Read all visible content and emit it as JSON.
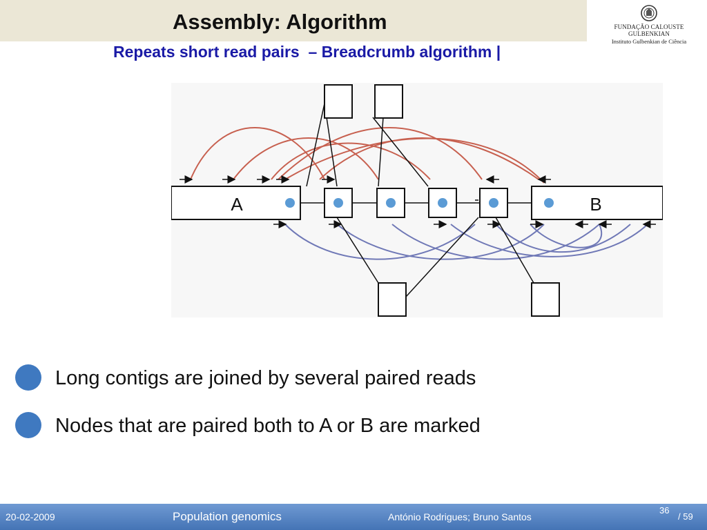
{
  "slide": {
    "title": "Assembly: Algorithm",
    "subtitle": "Repeats short read pairs  – Breadcrumb algorithm |",
    "accent_color": "#3f79c0",
    "title_band_color": "#ebe7d6",
    "subtitle_color": "#1a1aa6"
  },
  "logo": {
    "line1": "FUNDAÇÃO CALOUSTE GULBENKIAN",
    "line2": "Instituto Gulbenkian de Ciência",
    "icon": "institution-emblem-icon"
  },
  "figure": {
    "contig_a_label": "A",
    "contig_b_label": "B",
    "arc_color_top": "#c7604f",
    "arc_color_bottom": "#6f78b6"
  },
  "bullets": [
    {
      "text": "Long contigs are joined by several paired reads"
    },
    {
      "text": "Nodes that are paired both to A or B are marked"
    }
  ],
  "footer": {
    "date": "20-02-2009",
    "title": "Population genomics",
    "authors": "António Rodrigues; Bruno Santos",
    "page": "36",
    "total": "/ 59"
  }
}
